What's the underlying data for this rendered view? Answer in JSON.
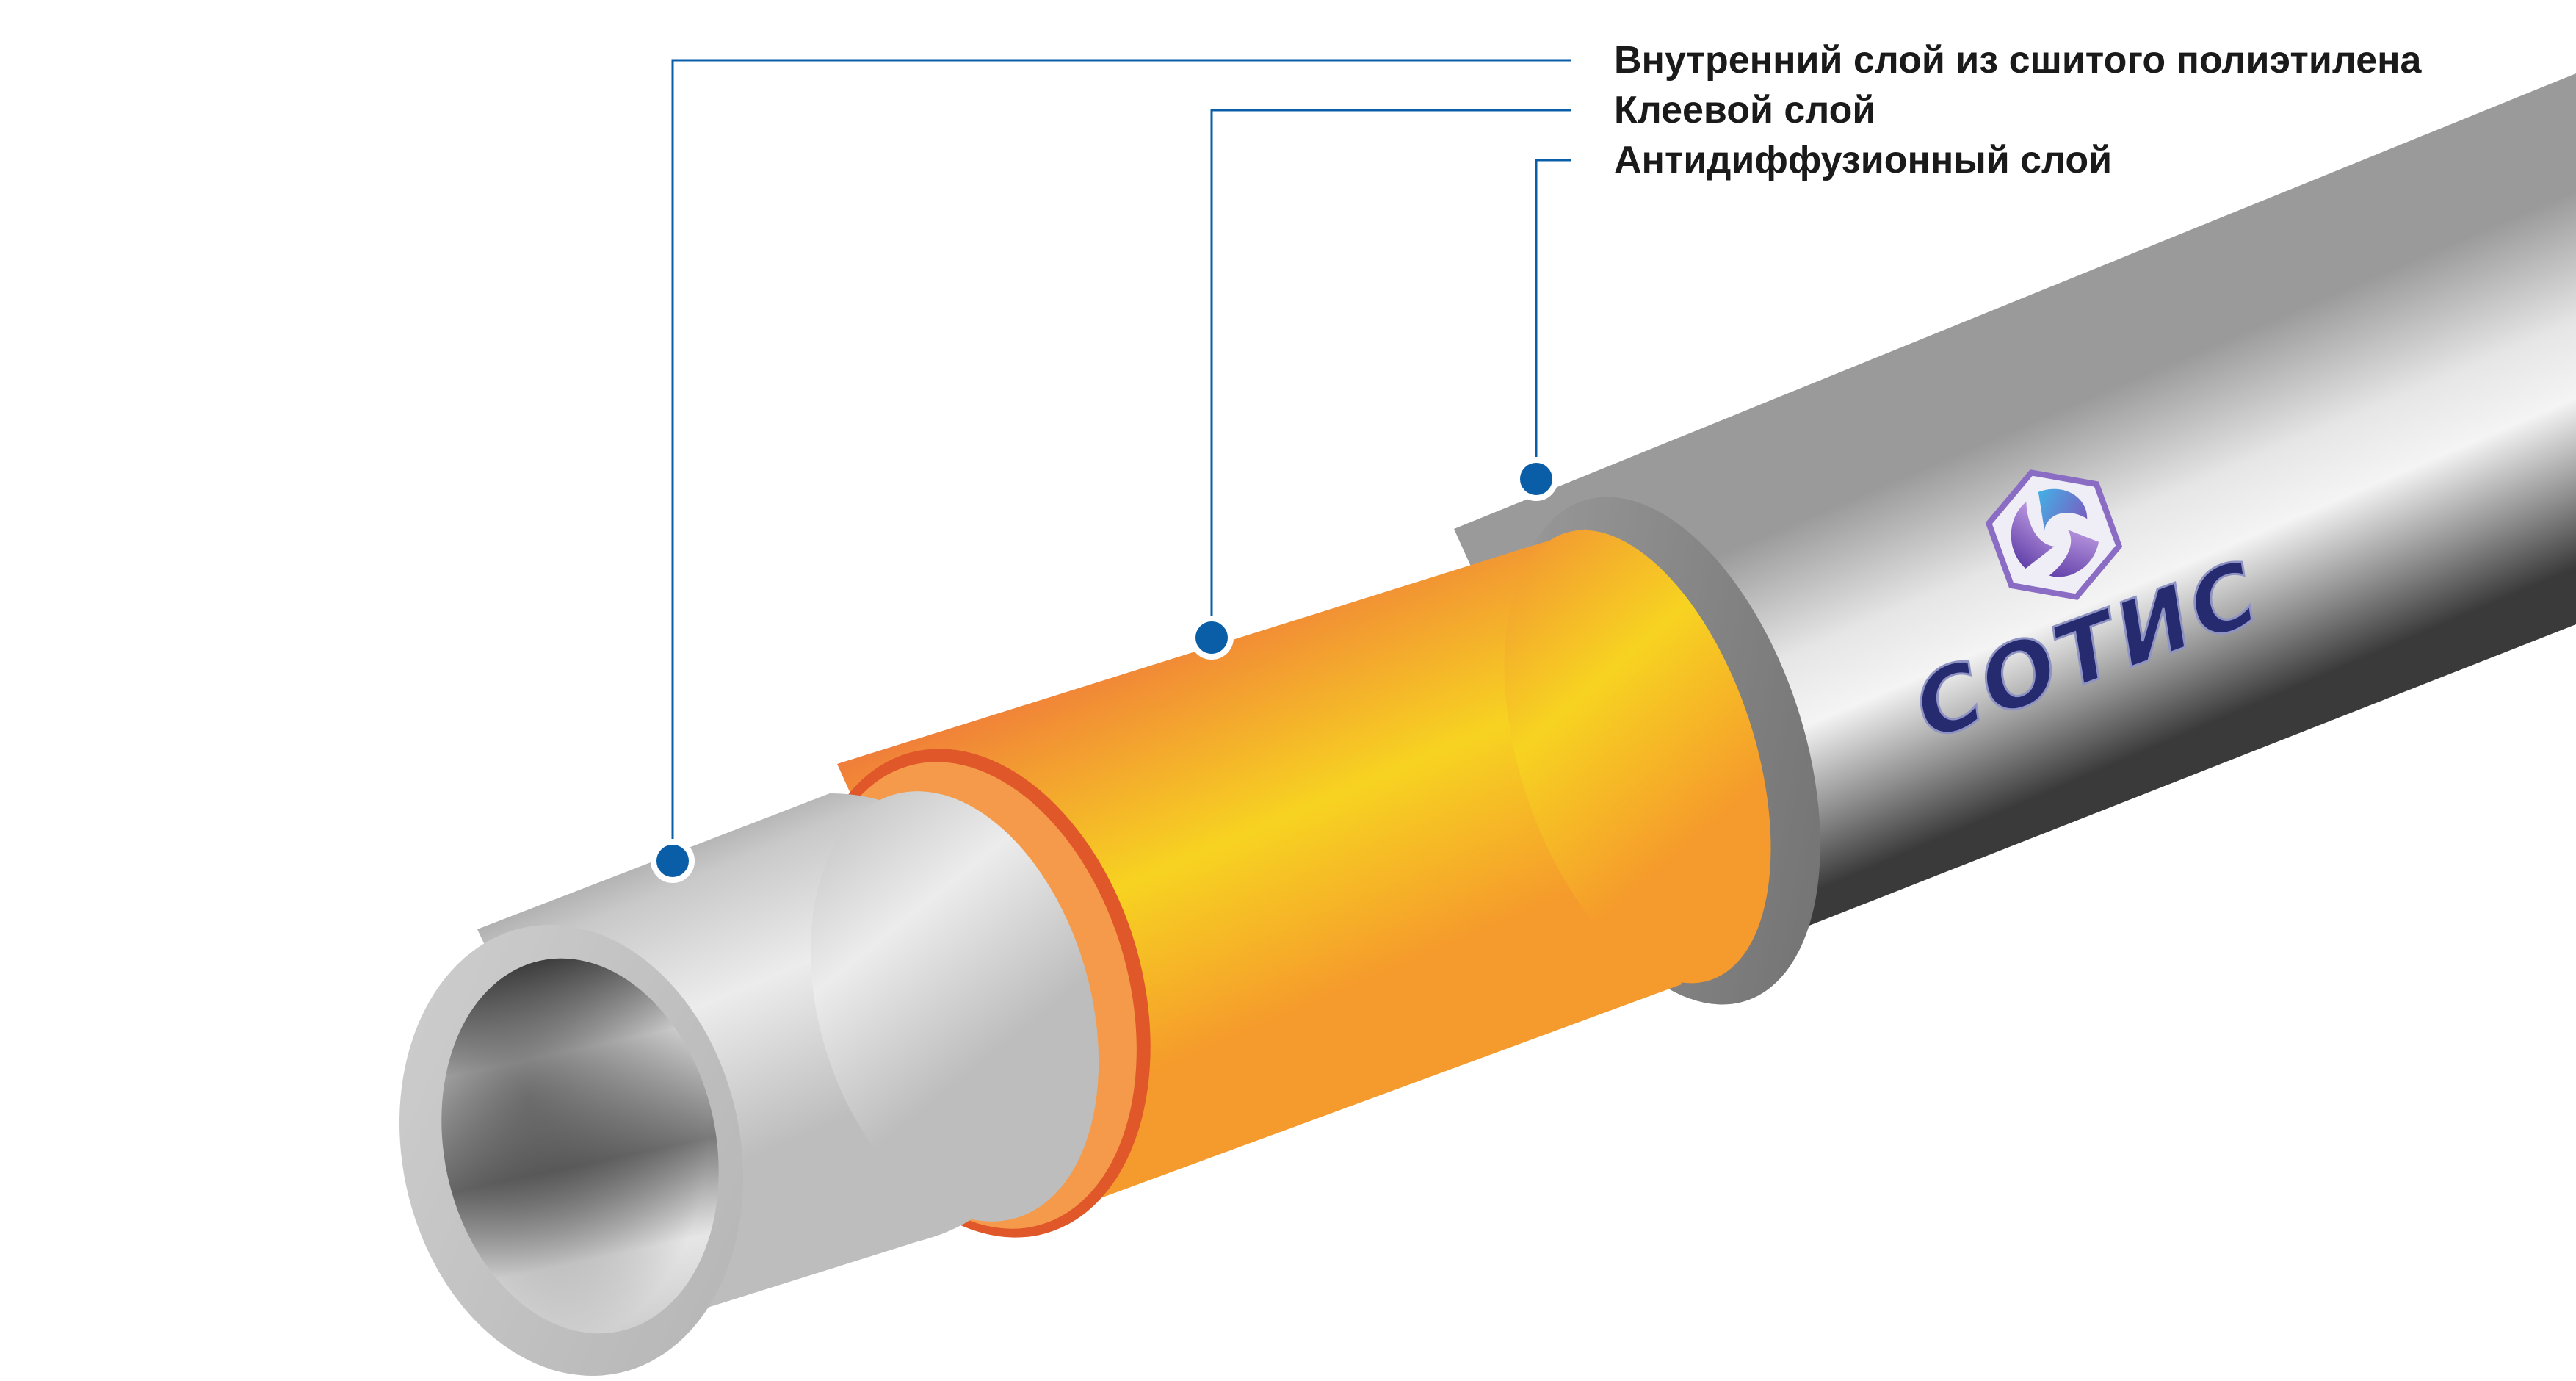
{
  "callouts": {
    "inner_layer": "Внутренний слой из сшитого полиэтилена",
    "adhesive_layer": "Клеевой слой",
    "barrier_layer": "Антидиффузионный слой"
  },
  "brand": {
    "name": "СОТИС",
    "logo_icon": "hexagon-swirl-logo-icon"
  },
  "colors": {
    "leader_line": "#0a5ea8",
    "marker": "#0a5ea8",
    "brand_text": "#262a6e",
    "adhesive": "#f08a3a",
    "adhesive_center": "#f7d321",
    "pipe_silver": "#c8c8c8"
  }
}
